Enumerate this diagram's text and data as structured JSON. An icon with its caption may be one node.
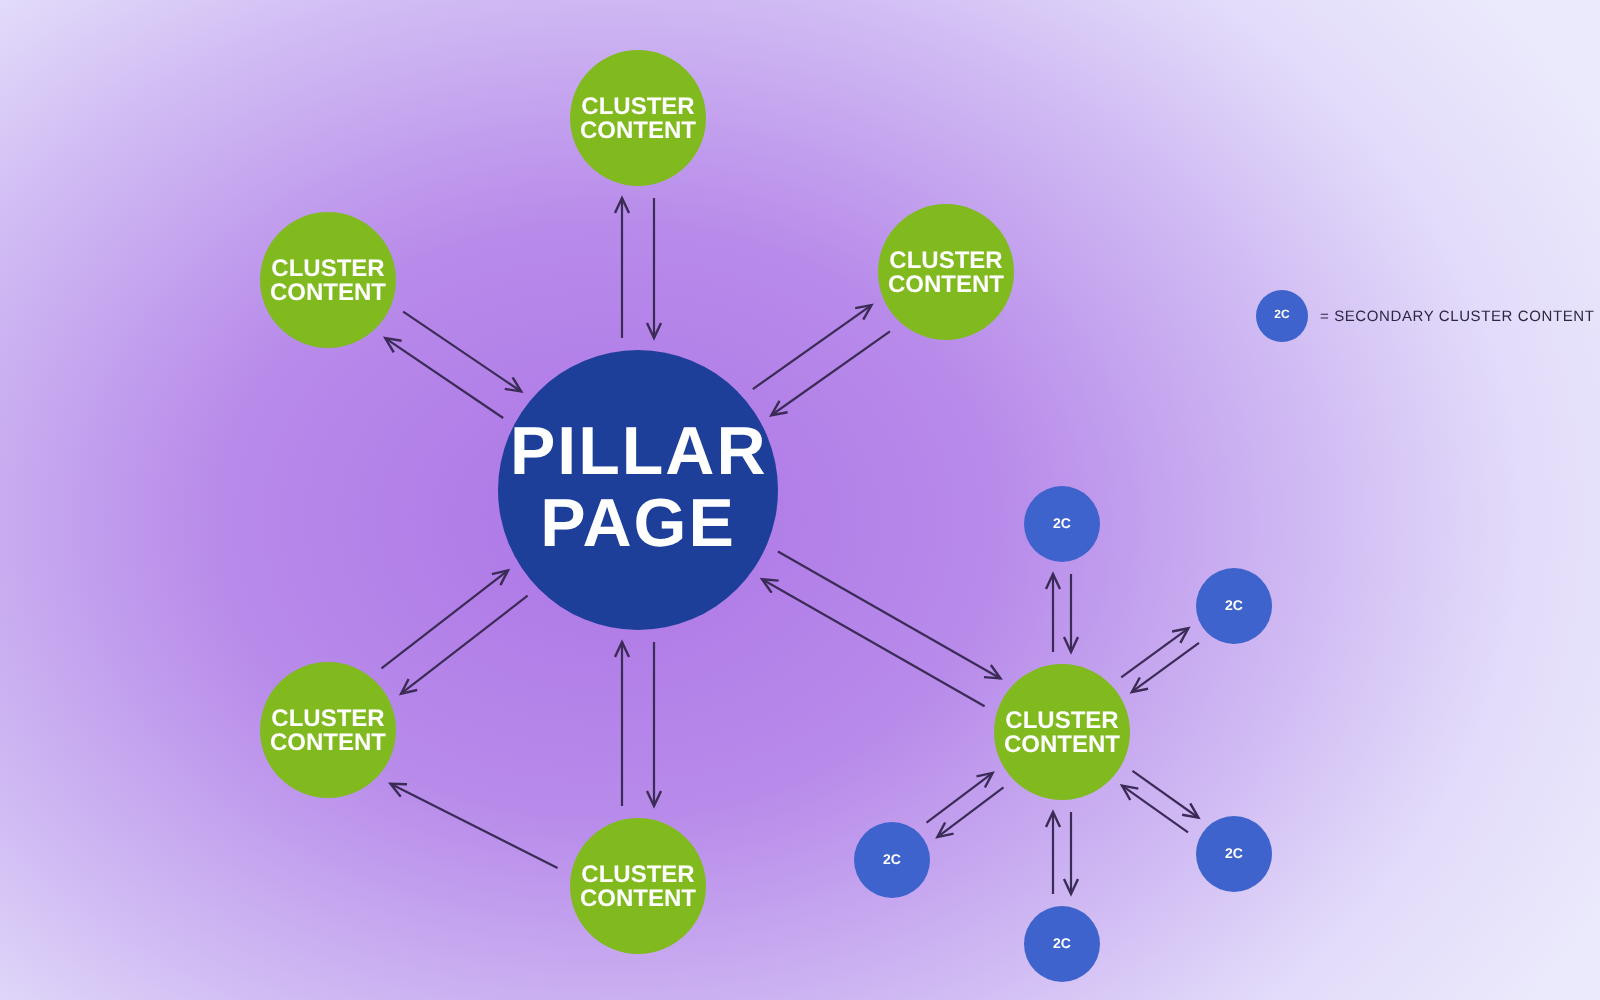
{
  "diagram": {
    "nodes": [
      {
        "text": [
          "CLUSTER CONTENT"
        ]
      },
      {
        "text": [
          "CLUSTER CONTENT"
        ]
      },
      {
        "text": [
          "CLUSTER CONTENT"
        ]
      },
      {
        "text": [
          "2C"
        ],
        "beside": [
          "= SECONDARY CLUSTER CONTENT"
        ]
      },
      {
        "text": [
          "PILLAR PAGE"
        ]
      },
      {
        "text": [
          "2C"
        ]
      },
      {
        "text": [
          "2C"
        ]
      },
      {
        "text": [
          "CLUSTER CONTENT"
        ]
      },
      {
        "text": [
          "CLUSTER CONTENT"
        ]
      },
      {
        "text": [
          "2C"
        ]
      },
      {
        "text": [
          "2C"
        ]
      },
      {
        "text": [
          "CLUSTER CONTENT"
        ]
      },
      {
        "text": [
          "2C"
        ]
      }
    ],
    "edges": [
      {
        "from": 4,
        "to": 0,
        "arrow": "to"
      },
      {
        "from": 0,
        "to": 4,
        "arrow": "to"
      },
      {
        "from": 4,
        "to": 1,
        "arrow": "to"
      },
      {
        "from": 1,
        "to": 4,
        "arrow": "to"
      },
      {
        "from": 4,
        "to": 2,
        "arrow": "to"
      },
      {
        "from": 2,
        "to": 4,
        "arrow": "to"
      },
      {
        "from": 4,
        "to": 7,
        "arrow": "to"
      },
      {
        "from": 7,
        "to": 4,
        "arrow": "to"
      },
      {
        "from": 4,
        "to": 11,
        "arrow": "to"
      },
      {
        "from": 11,
        "to": 4,
        "arrow": "to"
      },
      {
        "from": 4,
        "to": 8,
        "arrow": "to"
      },
      {
        "from": 8,
        "to": 4,
        "arrow": "to"
      },
      {
        "from": 11,
        "to": 7,
        "arrow": "to"
      },
      {
        "from": 8,
        "to": 5,
        "arrow": "to"
      },
      {
        "from": 5,
        "to": 8,
        "arrow": "to"
      },
      {
        "from": 8,
        "to": 6,
        "arrow": "to"
      },
      {
        "from": 6,
        "to": 8,
        "arrow": "to"
      },
      {
        "from": 8,
        "to": 10,
        "arrow": "to"
      },
      {
        "from": 10,
        "to": 8,
        "arrow": "to"
      },
      {
        "from": 8,
        "to": 12,
        "arrow": "to"
      },
      {
        "from": 12,
        "to": 8,
        "arrow": "to"
      },
      {
        "from": 8,
        "to": 9,
        "arrow": "to"
      },
      {
        "from": 9,
        "to": 8,
        "arrow": "to"
      }
    ]
  }
}
